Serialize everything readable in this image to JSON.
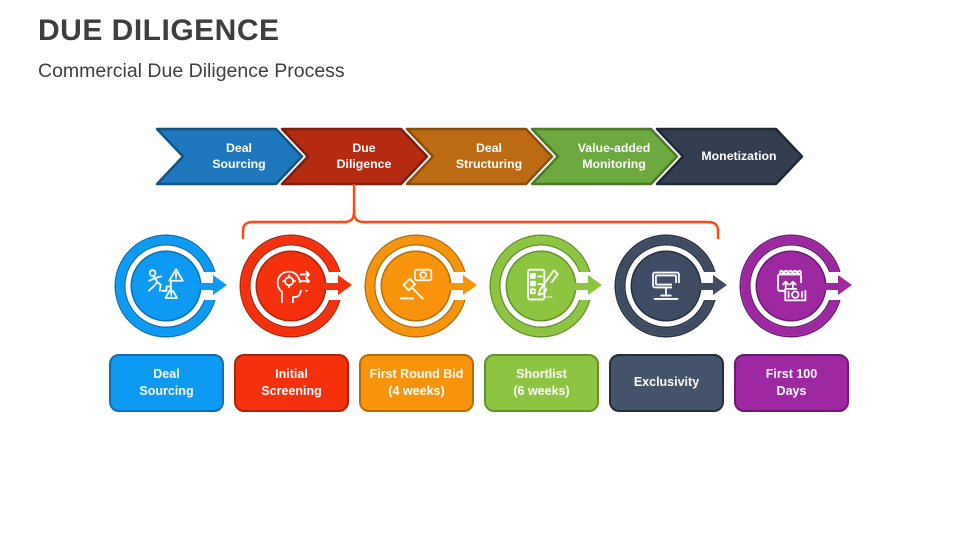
{
  "header": {
    "title": "DUE DILIGENCE",
    "subtitle": "Commercial Due Diligence Process"
  },
  "process_chevrons": [
    {
      "label": "Deal\nSourcing",
      "color": "#1f78be"
    },
    {
      "label": "Due\nDiligence",
      "color": "#b42b12"
    },
    {
      "label": "Deal\nStructuring",
      "color": "#bd6b12"
    },
    {
      "label": "Value-added\nMonitoring",
      "color": "#6ca93e"
    },
    {
      "label": "Monetization",
      "color": "#333f50"
    }
  ],
  "bracket": {
    "color": "#ff4713",
    "connects_chevron": "Due Diligence",
    "spans_steps": [
      "Initial Screening",
      "First Round Bid (4 weeks)",
      "Shortlist (6 weeks)",
      "Exclusivity"
    ]
  },
  "steps": [
    {
      "label": "Deal\nSourcing",
      "icon": "running-person-risk-icon",
      "color": "#0d9af2"
    },
    {
      "label": "Initial\nScreening",
      "icon": "screening-head-icon",
      "color": "#f4300d"
    },
    {
      "label": "First Round Bid\n(4 weeks)",
      "icon": "gavel-money-bid-icon",
      "color": "#f7940b"
    },
    {
      "label": "Shortlist\n(6 weeks)",
      "icon": "checklist-pencil-icon",
      "color": "#8cc640"
    },
    {
      "label": "Exclusivity",
      "icon": "signboard-icon",
      "color": "#44546a"
    },
    {
      "label": "First 100\nDays",
      "icon": "calendar-money-icon",
      "color": "#9e28a2"
    }
  ]
}
